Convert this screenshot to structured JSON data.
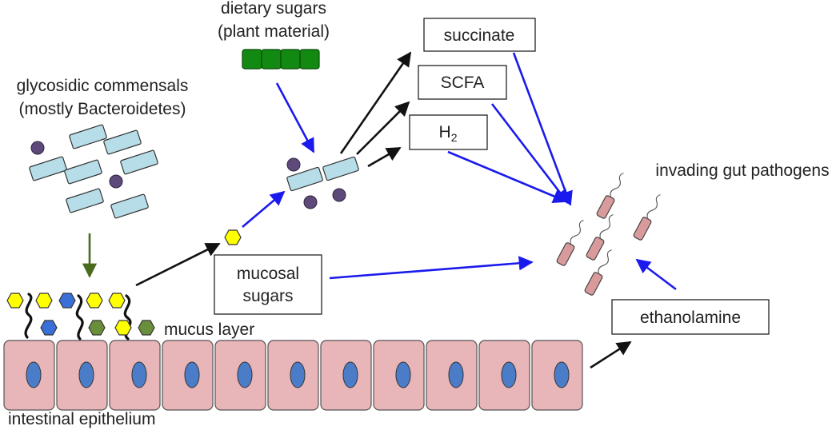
{
  "labels": {
    "dietary_sugars_line1": "dietary sugars",
    "dietary_sugars_line2": "(plant material)",
    "commensals_line1": "glycosidic commensals",
    "commensals_line2": "(mostly Bacteroidetes)",
    "succinate": "succinate",
    "scfa": "SCFA",
    "h2_main": "H",
    "h2_sub": "2",
    "invading_pathogens": "invading gut pathogens",
    "mucosal_sugars_line1": "mucosal",
    "mucosal_sugars_line2": "sugars",
    "mucus_layer": "mucus layer",
    "ethanolamine": "ethanolamine",
    "intestinal_epithelium": "intestinal epithelium"
  },
  "colors": {
    "arrow_black": "#111111",
    "arrow_blue": "#1a1aee",
    "arrow_olive": "#4a6a1e",
    "bacterium": "#b7dde8",
    "purple_dot": "#5e4a7a",
    "plant_sugar": "#128a12",
    "hex_yellow": "#ffff00",
    "hex_blue": "#3a6fd8",
    "hex_green": "#6a8f3a",
    "epithelial_cell": "#e8b5b8",
    "nucleus": "#4a7cc8",
    "pathogen": "#d99a9c"
  }
}
